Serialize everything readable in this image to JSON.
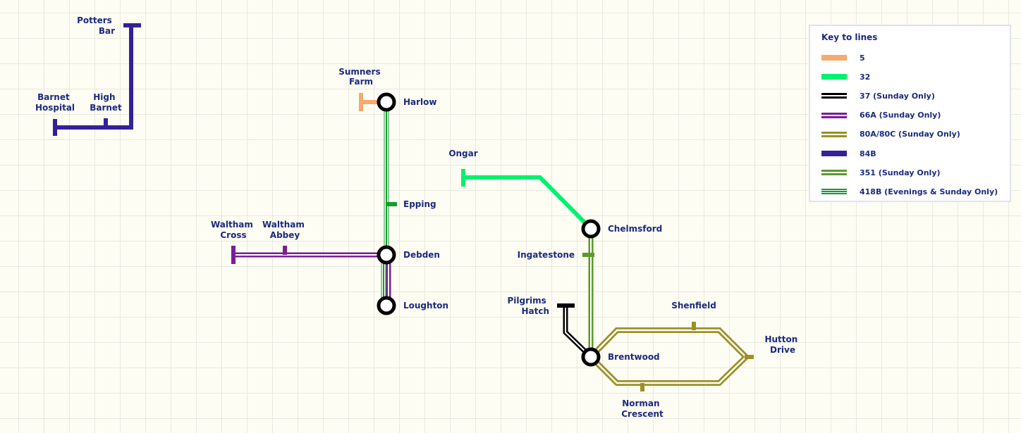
{
  "colors": {
    "line5": "#f8a96c",
    "line32": "#00f26f",
    "line37": "#000000",
    "line66a": "#7c1d93",
    "line80": "#9b9024",
    "line84b": "#33209b",
    "line351": "#5a9a2b",
    "line418b": "#189a2c",
    "text": "#1b2a7e"
  },
  "stations": {
    "potters_bar": [
      "Potters",
      "Bar"
    ],
    "barnet_hospital": [
      "Barnet",
      "Hospital"
    ],
    "high_barnet": [
      "High",
      "Barnet"
    ],
    "sumners_farm": [
      "Sumners",
      "Farm"
    ],
    "harlow": "Harlow",
    "epping": "Epping",
    "debden": "Debden",
    "loughton": "Loughton",
    "waltham_cross": [
      "Waltham",
      "Cross"
    ],
    "waltham_abbey": [
      "Waltham",
      "Abbey"
    ],
    "ongar": "Ongar",
    "chelmsford": "Chelmsford",
    "ingatestone": "Ingatestone",
    "pilgrims_hatch": [
      "Pilgrims",
      "Hatch"
    ],
    "brentwood": "Brentwood",
    "shenfield": "Shenfield",
    "hutton_drive": [
      "Hutton",
      "Drive"
    ],
    "norman_crescent": [
      "Norman",
      "Crescent"
    ]
  },
  "legend": {
    "title": "Key to lines",
    "items": [
      {
        "label": "5",
        "style": "single",
        "color": "#f8a96c"
      },
      {
        "label": "32",
        "style": "single",
        "color": "#00f26f"
      },
      {
        "label": "37 (Sunday Only)",
        "style": "double",
        "color": "#000000"
      },
      {
        "label": "66A (Sunday Only)",
        "style": "double",
        "color": "#7c1d93"
      },
      {
        "label": "80A/80C (Sunday Only)",
        "style": "double",
        "color": "#9b9024"
      },
      {
        "label": "84B",
        "style": "single",
        "color": "#33209b"
      },
      {
        "label": "351 (Sunday Only)",
        "style": "double",
        "color": "#5a9a2b"
      },
      {
        "label": "418B (Evenings & Sunday Only)",
        "style": "triple",
        "color": "#189a2c"
      }
    ]
  }
}
